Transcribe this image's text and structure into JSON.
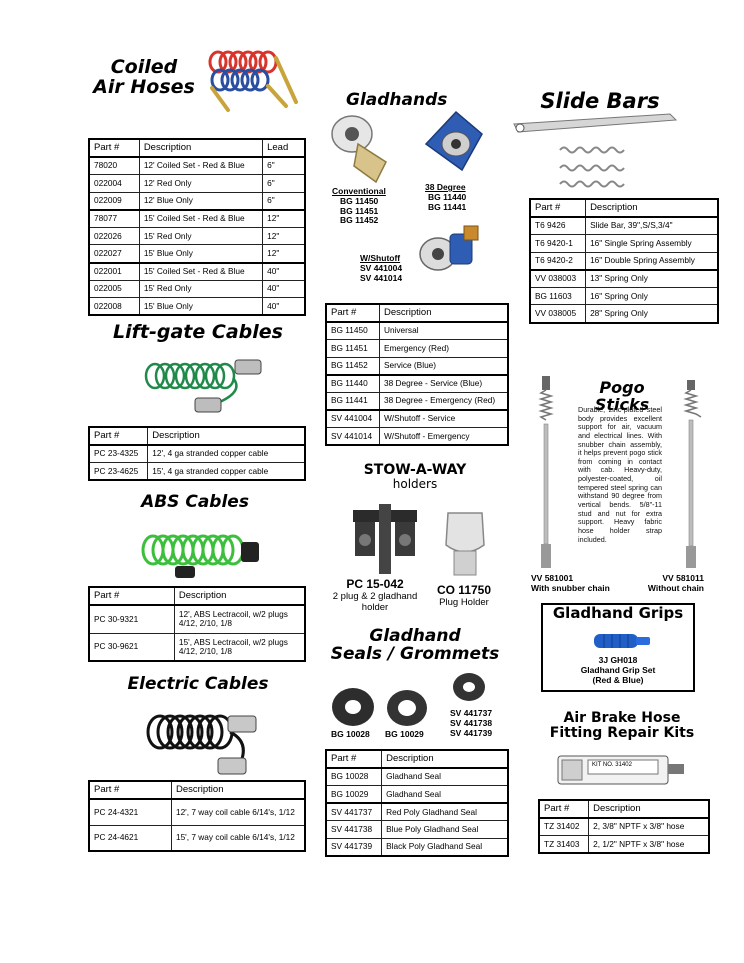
{
  "coiled": {
    "title_line1": "Coiled",
    "title_line2": "Air Hoses",
    "headers": [
      "Part #",
      "Description",
      "Lead"
    ],
    "rows": [
      [
        "78020",
        "12' Coiled Set - Red & Blue",
        "6\""
      ],
      [
        "022004",
        "12' Red Only",
        "6\""
      ],
      [
        "022009",
        "12' Blue Only",
        "6\""
      ],
      [
        "78077",
        "15' Coiled Set - Red & Blue",
        "12\""
      ],
      [
        "022026",
        "15' Red Only",
        "12\""
      ],
      [
        "022027",
        "15' Blue Only",
        "12\""
      ],
      [
        "022001",
        "15' Coiled Set - Red & Blue",
        "40\""
      ],
      [
        "022005",
        "15' Red Only",
        "40\""
      ],
      [
        "022008",
        "15' Blue Only",
        "40\""
      ]
    ]
  },
  "liftgate": {
    "title": "Lift-gate Cables",
    "headers": [
      "Part #",
      "Description"
    ],
    "rows": [
      [
        "PC 23-4325",
        "12', 4 ga stranded copper cable"
      ],
      [
        "PC 23-4625",
        "15', 4 ga stranded copper cable"
      ]
    ]
  },
  "abs": {
    "title": "ABS Cables",
    "headers": [
      "Part #",
      "Description"
    ],
    "rows": [
      [
        "PC 30-9321",
        "12', ABS Lectracoil, w/2 plugs 4/12, 2/10, 1/8"
      ],
      [
        "PC 30-9621",
        "15', ABS Lectracoil, w/2 plugs 4/12, 2/10, 1/8"
      ]
    ]
  },
  "electric": {
    "title": "Electric Cables",
    "headers": [
      "Part #",
      "Description"
    ],
    "rows": [
      [
        "PC 24-4321",
        "12', 7 way coil cable 6/14's, 1/12"
      ],
      [
        "PC 24-4621",
        "15', 7 way coil cable 6/14's, 1/12"
      ]
    ]
  },
  "gladhands": {
    "title": "Gladhands",
    "conventional": {
      "label": "Conventional",
      "parts": [
        "BG 11450",
        "BG 11451",
        "BG 11452"
      ]
    },
    "degree38": {
      "label": "38 Degree",
      "parts": [
        "BG 11440",
        "BG 11441"
      ]
    },
    "shutoff": {
      "label": "W/Shutoff",
      "parts": [
        "SV 441004",
        "SV 441014"
      ]
    },
    "headers": [
      "Part #",
      "Description"
    ],
    "rows": [
      [
        "BG 11450",
        "Universal"
      ],
      [
        "BG 11451",
        "Emergency (Red)"
      ],
      [
        "BG 11452",
        "Service (Blue)"
      ],
      [
        "BG 11440",
        "38 Degree - Service (Blue)"
      ],
      [
        "BG 11441",
        "38 Degree - Emergency (Red)"
      ],
      [
        "SV 441004",
        "W/Shutoff - Service"
      ],
      [
        "SV 441014",
        "W/Shutoff - Emergency"
      ]
    ]
  },
  "stowaway": {
    "title_line1": "STOW-A-WAY",
    "title_line2": "holders",
    "item1": {
      "part": "PC 15-042",
      "desc_line1": "2 plug & 2 gladhand",
      "desc_line2": "holder"
    },
    "item2": {
      "part": "CO 11750",
      "desc": "Plug Holder"
    }
  },
  "seals": {
    "title_line1": "Gladhand",
    "title_line2": "Seals / Grommets",
    "label1": "BG 10028",
    "label2": "BG 10029",
    "label3": [
      "SV 441737",
      "SV 441738",
      "SV 441739"
    ],
    "headers": [
      "Part #",
      "Description"
    ],
    "rows": [
      [
        "BG 10028",
        "Gladhand Seal"
      ],
      [
        "BG 10029",
        "Gladhand Seal"
      ],
      [
        "SV 441737",
        "Red Poly Gladhand Seal"
      ],
      [
        "SV 441738",
        "Blue Poly Gladhand Seal"
      ],
      [
        "SV 441739",
        "Black Poly Gladhand Seal"
      ]
    ]
  },
  "slidebars": {
    "title": "Slide Bars",
    "headers": [
      "Part #",
      "Description"
    ],
    "rows": [
      [
        "T6 9426",
        "Slide Bar, 39\",S/S,3/4\""
      ],
      [
        "T6 9420-1",
        "16\" Single Spring Assembly"
      ],
      [
        "T6 9420-2",
        "16\" Double Spring Assembly"
      ],
      [
        "VV 038003",
        "13\" Spring Only"
      ],
      [
        "BG 11603",
        "16\" Spring Only"
      ],
      [
        "VV 038005",
        "28\" Spring Only"
      ]
    ]
  },
  "pogo": {
    "title": "Pogo Sticks",
    "description": "Durable, zinc-plated steel body provides excellent support for air, vacuum and electrical lines. With snubber chain assembly, it helps prevent pogo stick from coming in contact with cab. Heavy-duty, polyester-coated, oil tempered steel spring can withstand 90 degree from vertical bends. 5/8\"-11 stud and nut for extra support. Heavy fabric hose holder strap included.",
    "left_part": "VV 581001",
    "left_desc": "With snubber chain",
    "right_part": "VV 581011",
    "right_desc": "Without chain"
  },
  "grips": {
    "title": "Gladhand Grips",
    "part": "3J GH018",
    "desc_line1": "Gladhand Grip Set",
    "desc_line2": "(Red & Blue)"
  },
  "repair": {
    "title_line1": "Air Brake Hose",
    "title_line2": "Fitting Repair Kits",
    "kit_label": "KIT NO. 31402",
    "headers": [
      "Part #",
      "Description"
    ],
    "rows": [
      [
        "TZ 31402",
        "2, 3/8\" NPTF x 3/8\" hose"
      ],
      [
        "TZ 31403",
        "2, 1/2\" NPTF x 3/8\" hose"
      ]
    ]
  },
  "colors": {
    "red_hose": "#d9342b",
    "blue_hose": "#2a4fa0",
    "green_cable": "#1f8a4a",
    "abs_green": "#3cbf3c",
    "brass": "#c9a43a",
    "grip_blue": "#1f5fc7"
  }
}
